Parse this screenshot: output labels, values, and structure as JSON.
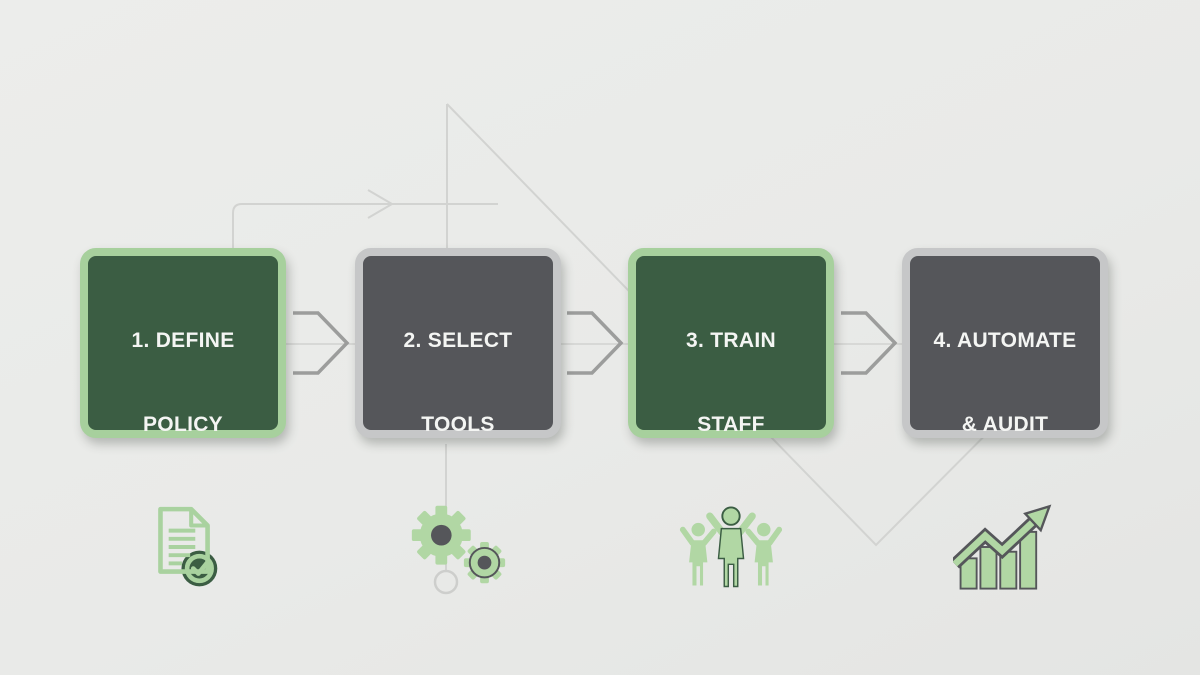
{
  "diagram": {
    "type": "process-flow",
    "background_color": "#e9eae8",
    "steps": [
      {
        "number": "1",
        "title_line1": "1. DEFINE",
        "title_line2": "POLICY",
        "icon": "document-check-icon",
        "variant": "green"
      },
      {
        "number": "2",
        "title_line1": "2. SELECT",
        "title_line2": "TOOLS",
        "icon": "gears-icon",
        "variant": "gray"
      },
      {
        "number": "3",
        "title_line1": "3. TRAIN",
        "title_line2": "STAFF",
        "icon": "team-celebration-icon",
        "variant": "green"
      },
      {
        "number": "4",
        "title_line1": "4. AUTOMATE",
        "title_line2": "& AUDIT",
        "icon": "growth-chart-icon",
        "variant": "gray"
      }
    ],
    "colors": {
      "green_box_fill": "#3b5d43",
      "green_box_border": "#a7d09d",
      "gray_box_fill": "#55565a",
      "gray_box_border": "#c6c7c8",
      "icon_green": "#b1d7a4",
      "title_text": "#f4f5f3",
      "divider": "#b5bab6",
      "arrow_stroke": "#9c9d9c",
      "faint_line": "#d2d3d1"
    }
  }
}
